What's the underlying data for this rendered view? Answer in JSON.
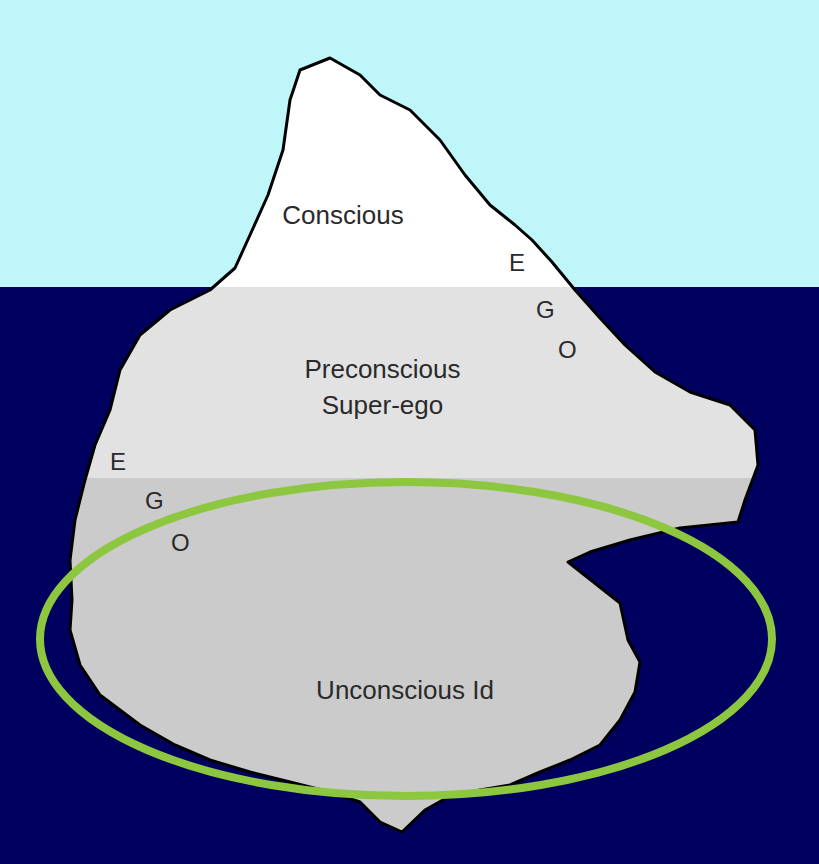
{
  "diagram": {
    "nodes": [
      {
        "text": [
          "Conscious"
        ]
      },
      {
        "text": [
          "Preconscious",
          "Super-ego"
        ]
      },
      {
        "text": [
          "Unconscious Id"
        ]
      }
    ],
    "labels": [
      "E",
      "G",
      "O",
      "E",
      "G",
      "O"
    ]
  }
}
